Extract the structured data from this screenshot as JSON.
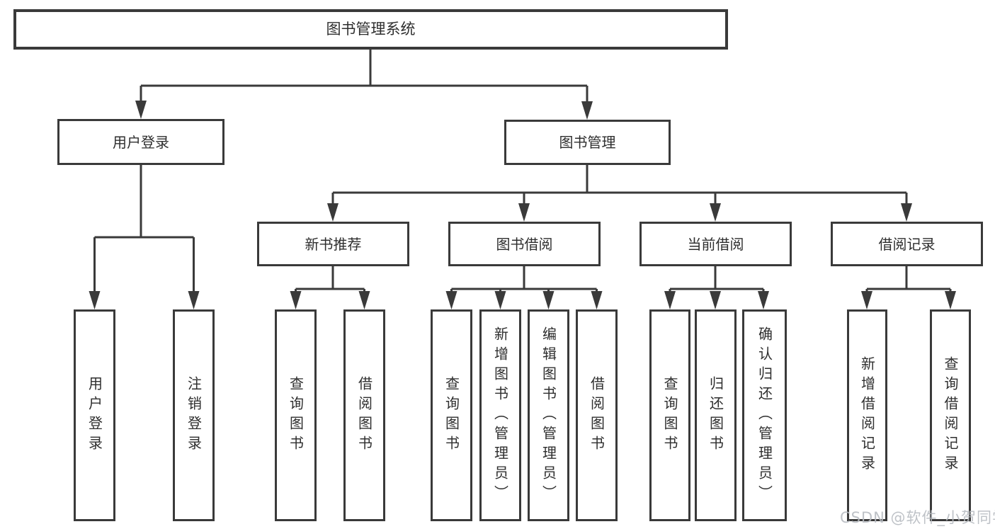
{
  "colors": {
    "line": "#3a3a3a",
    "text": "#2e2e2e",
    "watermark": "#b8bcc2"
  },
  "watermark": {
    "text": "CSDN @软件_小贺同学"
  },
  "diagram": {
    "type": "hierarchy-tree",
    "root": {
      "label": "图书管理系统",
      "children": [
        {
          "label": "用户登录",
          "children": [
            {
              "label": "用户登录"
            },
            {
              "label": "注销登录"
            }
          ]
        },
        {
          "label": "图书管理",
          "children": [
            {
              "label": "新书推荐",
              "children": [
                {
                  "label": "查询图书"
                },
                {
                  "label": "借阅图书"
                }
              ]
            },
            {
              "label": "图书借阅",
              "children": [
                {
                  "label": "查询图书"
                },
                {
                  "label": "新增图书（管理员）"
                },
                {
                  "label": "编辑图书（管理员）"
                },
                {
                  "label": "借阅图书"
                }
              ]
            },
            {
              "label": "当前借阅",
              "children": [
                {
                  "label": "查询图书"
                },
                {
                  "label": "归还图书"
                },
                {
                  "label": "确认归还（管理员）"
                }
              ]
            },
            {
              "label": "借阅记录",
              "children": [
                {
                  "label": "新增借阅记录"
                },
                {
                  "label": "查询借阅记录"
                }
              ]
            }
          ]
        }
      ]
    }
  }
}
